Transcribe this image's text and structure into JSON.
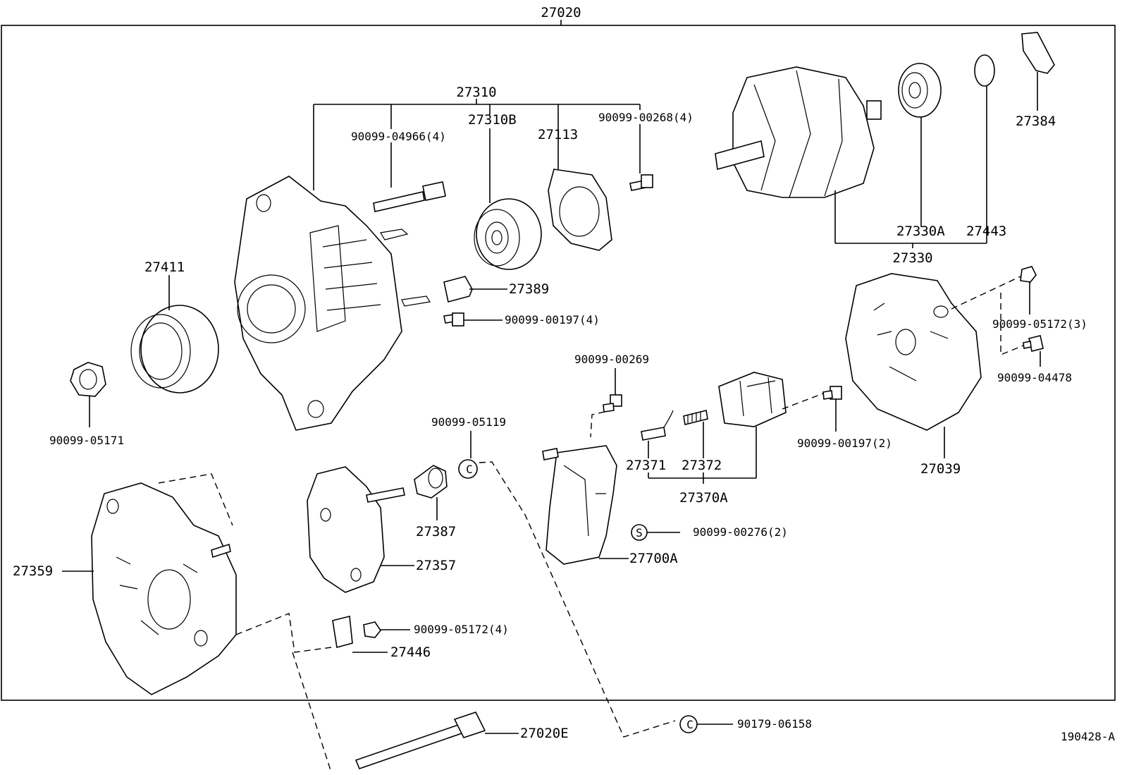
{
  "diagram": {
    "assembly_number": "27020",
    "drawing_code": "190428-A",
    "colors": {
      "line": "#000000",
      "background": "#ffffff"
    },
    "parts": {
      "drive_end_frame_group": "27310",
      "bolt_4966": "90099-04966(4)",
      "bearing_front": "27310B",
      "retainer_plate": "27113",
      "screw_268": "90099-00268(4)",
      "rotor_assy": "27330",
      "rotor_bearing": "27330A",
      "bearing_cover": "27443",
      "insulator_ring": "27384",
      "pulley": "27411",
      "terminal_insulator": "27389",
      "screw_197_4": "90099-00197(4)",
      "pulley_nut": "90099-05171",
      "rear_end_cover": "27039",
      "nut_5172_3": "90099-05172(3)",
      "nut_4478": "90099-04478",
      "screw_269": "90099-00269",
      "screw_197_2": "90099-00197(2)",
      "brush": "27371",
      "brush_spring": "27372",
      "brush_holder_assy": "27370A",
      "nut_5119": "90099-05119",
      "rectifier_end_frame": "27359",
      "rectifier_holder": "27357",
      "terminal_insulator_2": "27387",
      "regulator_assy": "27700A",
      "screw_276": "90099-00276(2)",
      "nut_5172_4": "90099-05172(4)",
      "terminal_plate": "27446",
      "through_bolt": "27020E",
      "nut_6158": "90179-06158"
    }
  }
}
